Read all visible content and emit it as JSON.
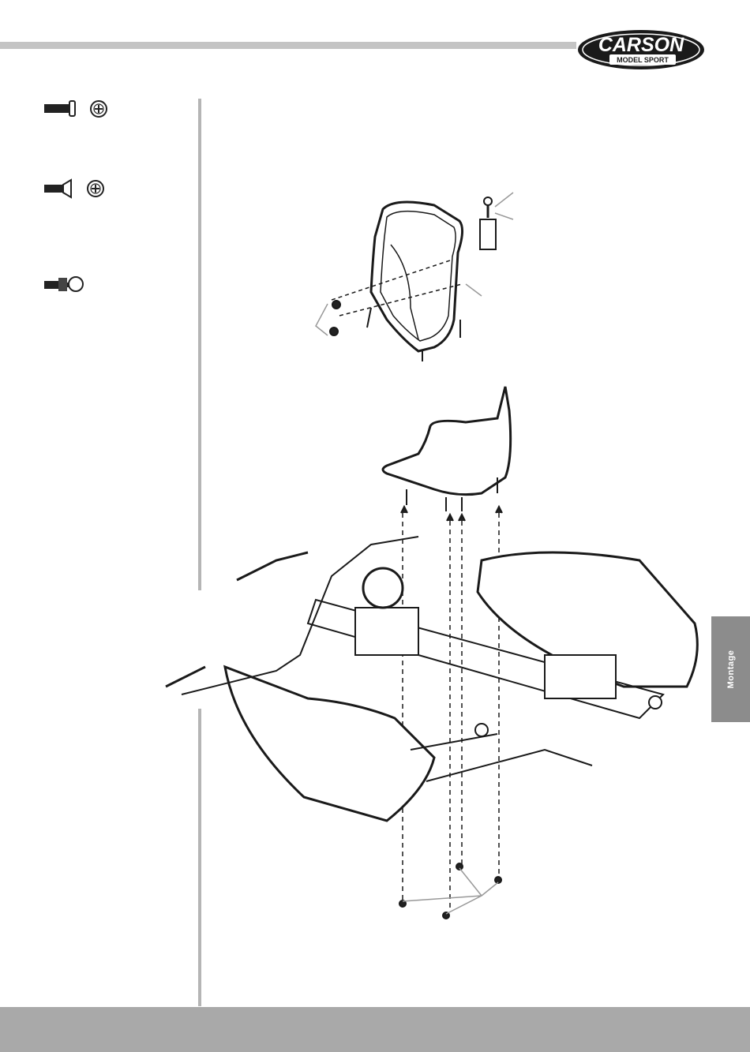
{
  "header": {
    "brand_name": "CARSON",
    "brand_tagline": "MODEL SPORT"
  },
  "side_tab": {
    "label": "Montage"
  },
  "parts_list": [
    {
      "icon": "pan-head-phillips-screw-icon"
    },
    {
      "icon": "countersunk-phillips-screw-icon"
    },
    {
      "icon": "ball-head-screw-icon"
    }
  ],
  "colors": {
    "bar_gray": "#c4c4c4",
    "rule_gray": "#b5b5b5",
    "tab_gray": "#8c8c8c",
    "footer_gray": "#a9a9a9",
    "line": "#1a1a1a"
  }
}
